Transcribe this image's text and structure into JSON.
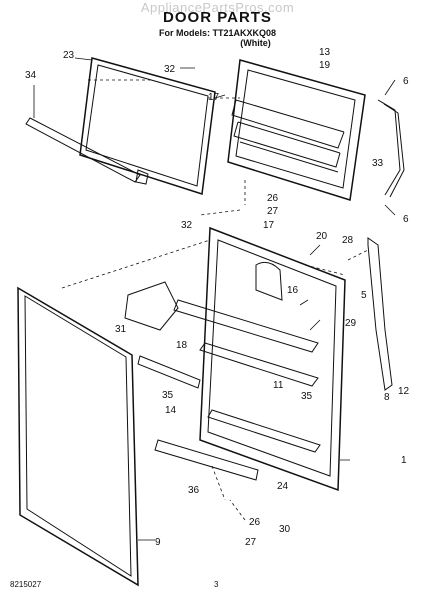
{
  "header": {
    "watermark": "AppliancePartsPros.com",
    "title": "DOOR PARTS",
    "models_line": "For Models: TT21AKXKQ08",
    "color": "(White)"
  },
  "callouts": [
    "34",
    "23",
    "32",
    "17",
    "13",
    "19",
    "6",
    "33",
    "26",
    "27",
    "6",
    "32",
    "17",
    "20",
    "28",
    "16",
    "5",
    "29",
    "31",
    "18",
    "11",
    "35",
    "12",
    "8",
    "35",
    "14",
    "1",
    "36",
    "24",
    "26",
    "30",
    "9",
    "27"
  ],
  "footer": {
    "code": "8215027",
    "page": "3"
  }
}
